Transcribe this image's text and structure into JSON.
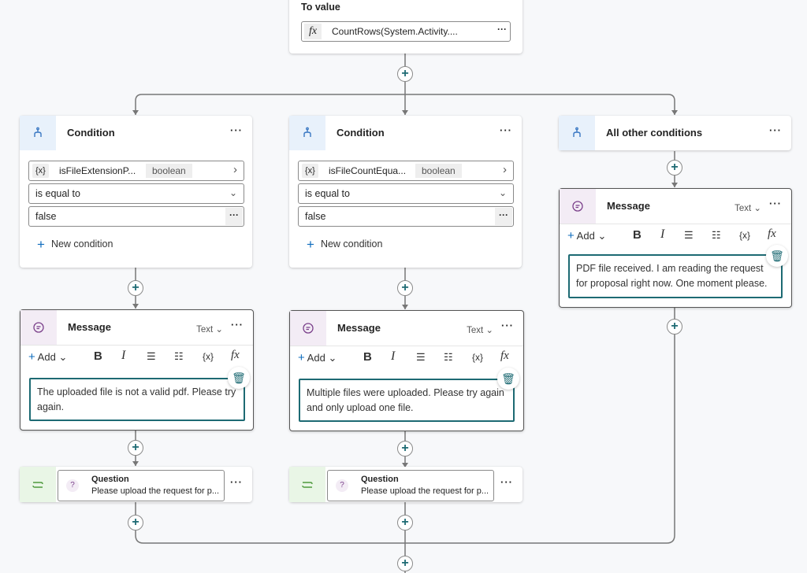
{
  "top_node": {
    "label": "To value",
    "fx": "fx",
    "formula": "CountRows(System.Activity...."
  },
  "branches": [
    {
      "condition": {
        "title": "Condition",
        "variable_chip": "{x}",
        "variable": "isFileExtensionP...",
        "type": "boolean",
        "operator": "is equal to",
        "value": "false",
        "new_condition": "New condition"
      },
      "message": {
        "title": "Message",
        "mode": "Text",
        "add_label": "Add",
        "text": "The uploaded file is not a valid pdf. Please try again."
      },
      "question": {
        "title": "Question",
        "text": "Please upload the request for p..."
      }
    },
    {
      "condition": {
        "title": "Condition",
        "variable_chip": "{x}",
        "variable": "isFileCountEqua...",
        "type": "boolean",
        "operator": "is equal to",
        "value": "false",
        "new_condition": "New condition"
      },
      "message": {
        "title": "Message",
        "mode": "Text",
        "add_label": "Add",
        "text": "Multiple files were uploaded. Please try again and only upload one file."
      },
      "question": {
        "title": "Question",
        "text": "Please upload the request for p..."
      }
    },
    {
      "condition": {
        "title": "All other conditions"
      },
      "message": {
        "title": "Message",
        "mode": "Text",
        "add_label": "Add",
        "text": "PDF file received. I am reading the request for proposal right now. One moment please."
      }
    }
  ],
  "toolbar": {
    "bold": "B",
    "italic": "I",
    "var": "{x}",
    "fx": "fx"
  },
  "colors": {
    "accent": "#1d6a73",
    "condition_icon_bg": "#e8f1fb",
    "message_icon_bg": "#f3ecf5",
    "question_icon_bg": "#e9f6e6"
  }
}
